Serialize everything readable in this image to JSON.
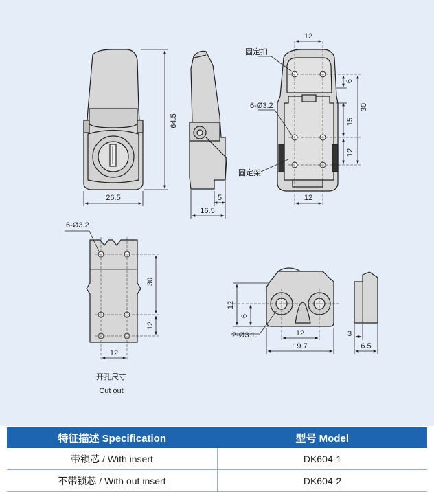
{
  "colors": {
    "panel_bg": "#e4edf8",
    "part_fill": "#d7d7d7",
    "header_bg": "#1d65b0",
    "header_text": "#ffffff",
    "line": "#222222"
  },
  "front_view": {
    "height_dim": "64.5",
    "width_dim": "26.5"
  },
  "side_view": {
    "dim_5": "5",
    "dim_16_5": "16.5"
  },
  "back_view": {
    "label_fixed_buckle": "固定扣",
    "label_holes": "6-Ø3.2",
    "label_fixed_frame": "固定架",
    "dim_top_12": "12",
    "dim_6": "6",
    "dim_30": "30",
    "dim_15": "15",
    "dim_right_12": "12",
    "dim_bottom_12": "12"
  },
  "cutout": {
    "label_holes": "6-Ø3.2",
    "dim_30": "30",
    "dim_12_vertical": "12",
    "dim_12_horizontal": "12",
    "caption_cn": "开孔尺寸",
    "caption_en": "Cut out"
  },
  "buckle": {
    "dim_12_vertical": "12",
    "dim_6": "6",
    "label_holes": "2-Ø3.1",
    "dim_12_horizontal": "12",
    "dim_19_7": "19.7",
    "dim_3": "3",
    "dim_6_5": "6.5"
  },
  "table": {
    "header": {
      "spec": "特征描述 Specification",
      "model": "型号 Model"
    },
    "rows": [
      {
        "spec": "带锁芯 / With insert",
        "model": "DK604-1"
      },
      {
        "spec": "不带锁芯 / With out insert",
        "model": "DK604-2"
      }
    ]
  }
}
